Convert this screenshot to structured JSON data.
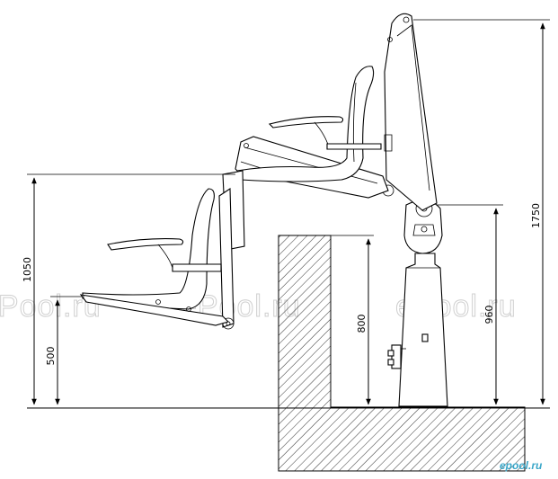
{
  "dimensions": {
    "total_height": "1750",
    "left_seat_pivot": "1050",
    "lower_seat": "500",
    "pool_wall": "800",
    "column_pivot": "960"
  },
  "watermarks": {
    "left": "ePool.ru",
    "middle": "ePool.ru",
    "right": "ePool.ru"
  },
  "logo": {
    "text": "epool.ru"
  },
  "colors": {
    "line": "#000000",
    "watermark": "#cfcfcf",
    "logo": "#3aa7c9"
  }
}
